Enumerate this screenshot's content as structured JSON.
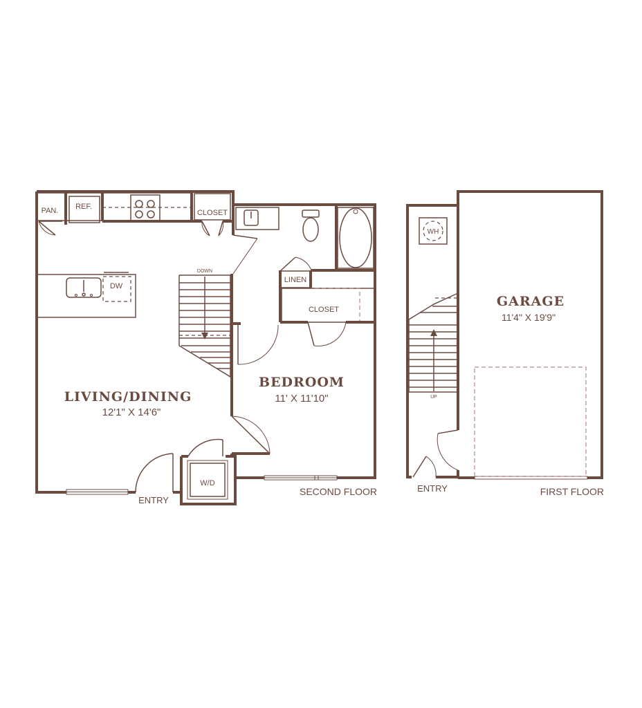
{
  "rooms": {
    "living_dining": {
      "name": "LIVING/DINING",
      "dims": "12'1\" X 14'6\""
    },
    "bedroom": {
      "name": "BEDROOM",
      "dims": "11' X 11'10\""
    },
    "garage": {
      "name": "GARAGE",
      "dims": "11'4\" X 19'9\""
    }
  },
  "fixtures": {
    "pantry": "PAN.",
    "refrigerator": "REF.",
    "closet_hall": "CLOSET",
    "closet_bedroom": "CLOSET",
    "linen": "LINEN",
    "dishwasher": "DW",
    "washer_dryer": "W/D",
    "water_heater": "WH"
  },
  "stairs": {
    "down": "DOWN",
    "up": "UP"
  },
  "labels": {
    "entry_second": "ENTRY",
    "entry_first": "ENTRY",
    "second_floor": "SECOND FLOOR",
    "first_floor": "FIRST FLOOR"
  },
  "colors": {
    "line": "#6b4a40",
    "background": "#ffffff",
    "dashed_accent": "#b08a86"
  }
}
